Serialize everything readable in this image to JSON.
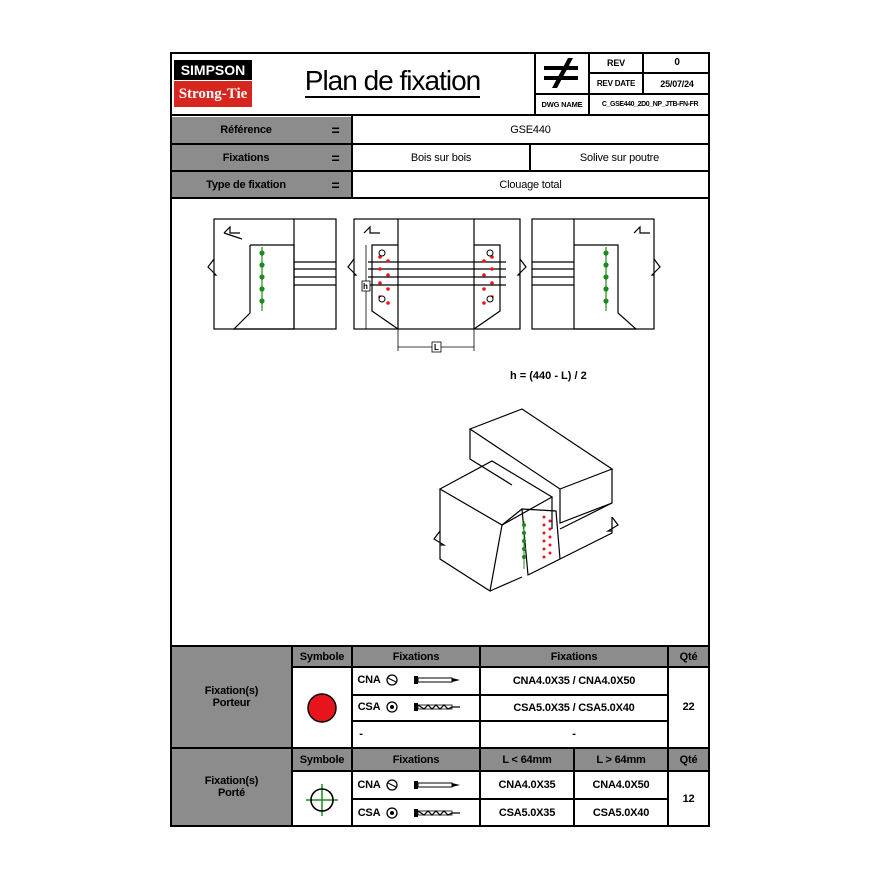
{
  "header": {
    "logo_top": "SIMPSON",
    "logo_bottom": "Strong-Tie",
    "title": "Plan de fixation",
    "rev_label": "REV",
    "rev_value": "0",
    "rev_date_label": "REV DATE",
    "rev_date_value": "25/07/24",
    "dwg_name_label": "DWG NAME",
    "dwg_name_value": "C_GSE440_2D0_NP_JTB-FN-FR"
  },
  "info": {
    "reference_label": "Référence",
    "reference_value": "GSE440",
    "fixations_label": "Fixations",
    "fixations_value_1": "Bois sur bois",
    "fixations_value_2": "Solive sur poutre",
    "type_label": "Type de fixation",
    "type_value": "Clouage total",
    "equals": "="
  },
  "drawing": {
    "dim_h": "h",
    "dim_l": "L",
    "formula": "h = (440 - L) / 2"
  },
  "table1": {
    "row_label_line1": "Fixation(s)",
    "row_label_line2": "Porteur",
    "col_symbole": "Symbole",
    "col_fixations": "Fixations",
    "col_fixations2": "Fixations",
    "col_qty": "Qté",
    "cna": "CNA",
    "csa": "CSA",
    "cna_value": "CNA4.0X35 / CNA4.0X50",
    "csa_value": "CSA5.0X35 / CSA5.0X40",
    "dash_left": "-",
    "dash_right": "-",
    "qty": "22",
    "symbol_color": "#e8141c"
  },
  "table2": {
    "row_label_line1": "Fixation(s)",
    "row_label_line2": "Porté",
    "col_symbole": "Symbole",
    "col_fixations": "Fixations",
    "col_l_small": "L < 64mm",
    "col_l_large": "L > 64mm",
    "col_qty": "Qté",
    "cna": "CNA",
    "csa": "CSA",
    "cna_small": "CNA4.0X35",
    "cna_large": "CNA4.0X50",
    "csa_small": "CSA5.0X35",
    "csa_large": "CSA5.0X40",
    "qty": "12",
    "symbol_color": "#2e8b1e"
  }
}
